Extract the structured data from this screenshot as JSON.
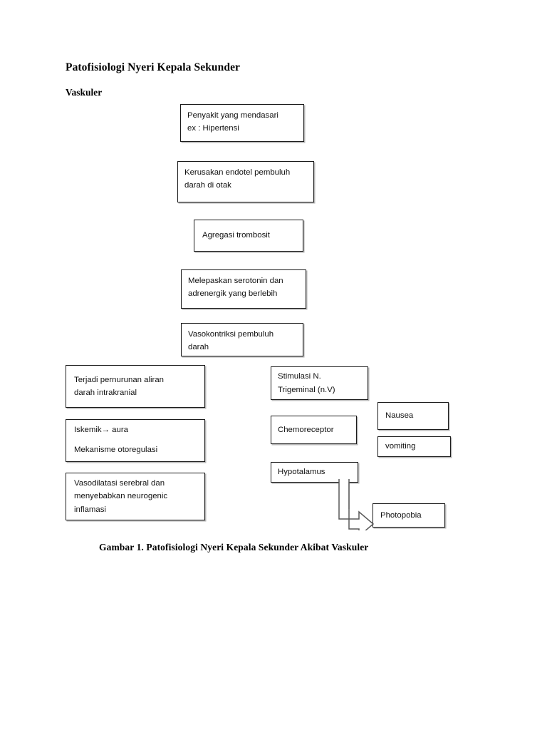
{
  "document": {
    "title": "Patofisiologi Nyeri Kepala Sekunder",
    "section_label": "Vaskuler",
    "figure_caption": "Gambar 1. Patofisiologi Nyeri Kepala Sekunder Akibat Vaskuler",
    "background_color": "#ffffff",
    "ink_color": "#000000"
  },
  "diagram": {
    "type": "flowchart",
    "orientation": "top-to-bottom, then branching into left and right columns",
    "nodes": [
      {
        "id": "penyakit-mendasari",
        "lines": [
          "Penyakit yang mendasari",
          "ex : Hipertensi"
        ],
        "column": "center"
      },
      {
        "id": "kerusakan-endotel",
        "lines": [
          "Kerusakan endotel pembuluh",
          "darah di otak"
        ],
        "column": "center"
      },
      {
        "id": "agregasi-trombosit",
        "lines": [
          "Agregasi trombosit"
        ],
        "column": "center"
      },
      {
        "id": "melepaskan-serotonin",
        "lines": [
          "Melepaskan serotonin dan",
          "adrenergik yang berlebih"
        ],
        "column": "center"
      },
      {
        "id": "vasokontriksi",
        "lines": [
          "Vasokontriksi pembuluh",
          "darah"
        ],
        "column": "center"
      },
      {
        "id": "penurunan-aliran-darah",
        "lines": [
          "Terjadi pernurunan aliran",
          "darah intrakranial"
        ],
        "column": "left"
      },
      {
        "id": "iskemik-aura",
        "lines": [
          "Iskemik→ aura",
          "Mekanisme otoregulasi"
        ],
        "column": "left"
      },
      {
        "id": "vasodilatasi-serebral",
        "lines": [
          "Vasodilatasi serebral dan",
          "menyebabkan neurogenic",
          "inflamasi"
        ],
        "column": "left"
      },
      {
        "id": "stimulasi-trigeminal",
        "lines": [
          "Stimulasi N.",
          "Trigeminal (n.V)"
        ],
        "column": "right"
      },
      {
        "id": "chemoreceptor",
        "lines": [
          "Chemoreceptor"
        ],
        "column": "right"
      },
      {
        "id": "hypotalamus",
        "lines": [
          "Hypotalamus"
        ],
        "column": "right"
      },
      {
        "id": "nausea",
        "lines": [
          "Nausea"
        ],
        "column": "far-right"
      },
      {
        "id": "vomiting",
        "lines": [
          "vomiting"
        ],
        "column": "far-right"
      },
      {
        "id": "photopobia",
        "lines": [
          "Photopobia"
        ],
        "column": "far-right"
      }
    ],
    "connectors": [
      {
        "id": "hypotalamus-to-photopobia",
        "from": "hypotalamus",
        "to": "photopobia",
        "style": "hollow-elbow-block-arrow",
        "stroke": "#555555"
      }
    ]
  }
}
